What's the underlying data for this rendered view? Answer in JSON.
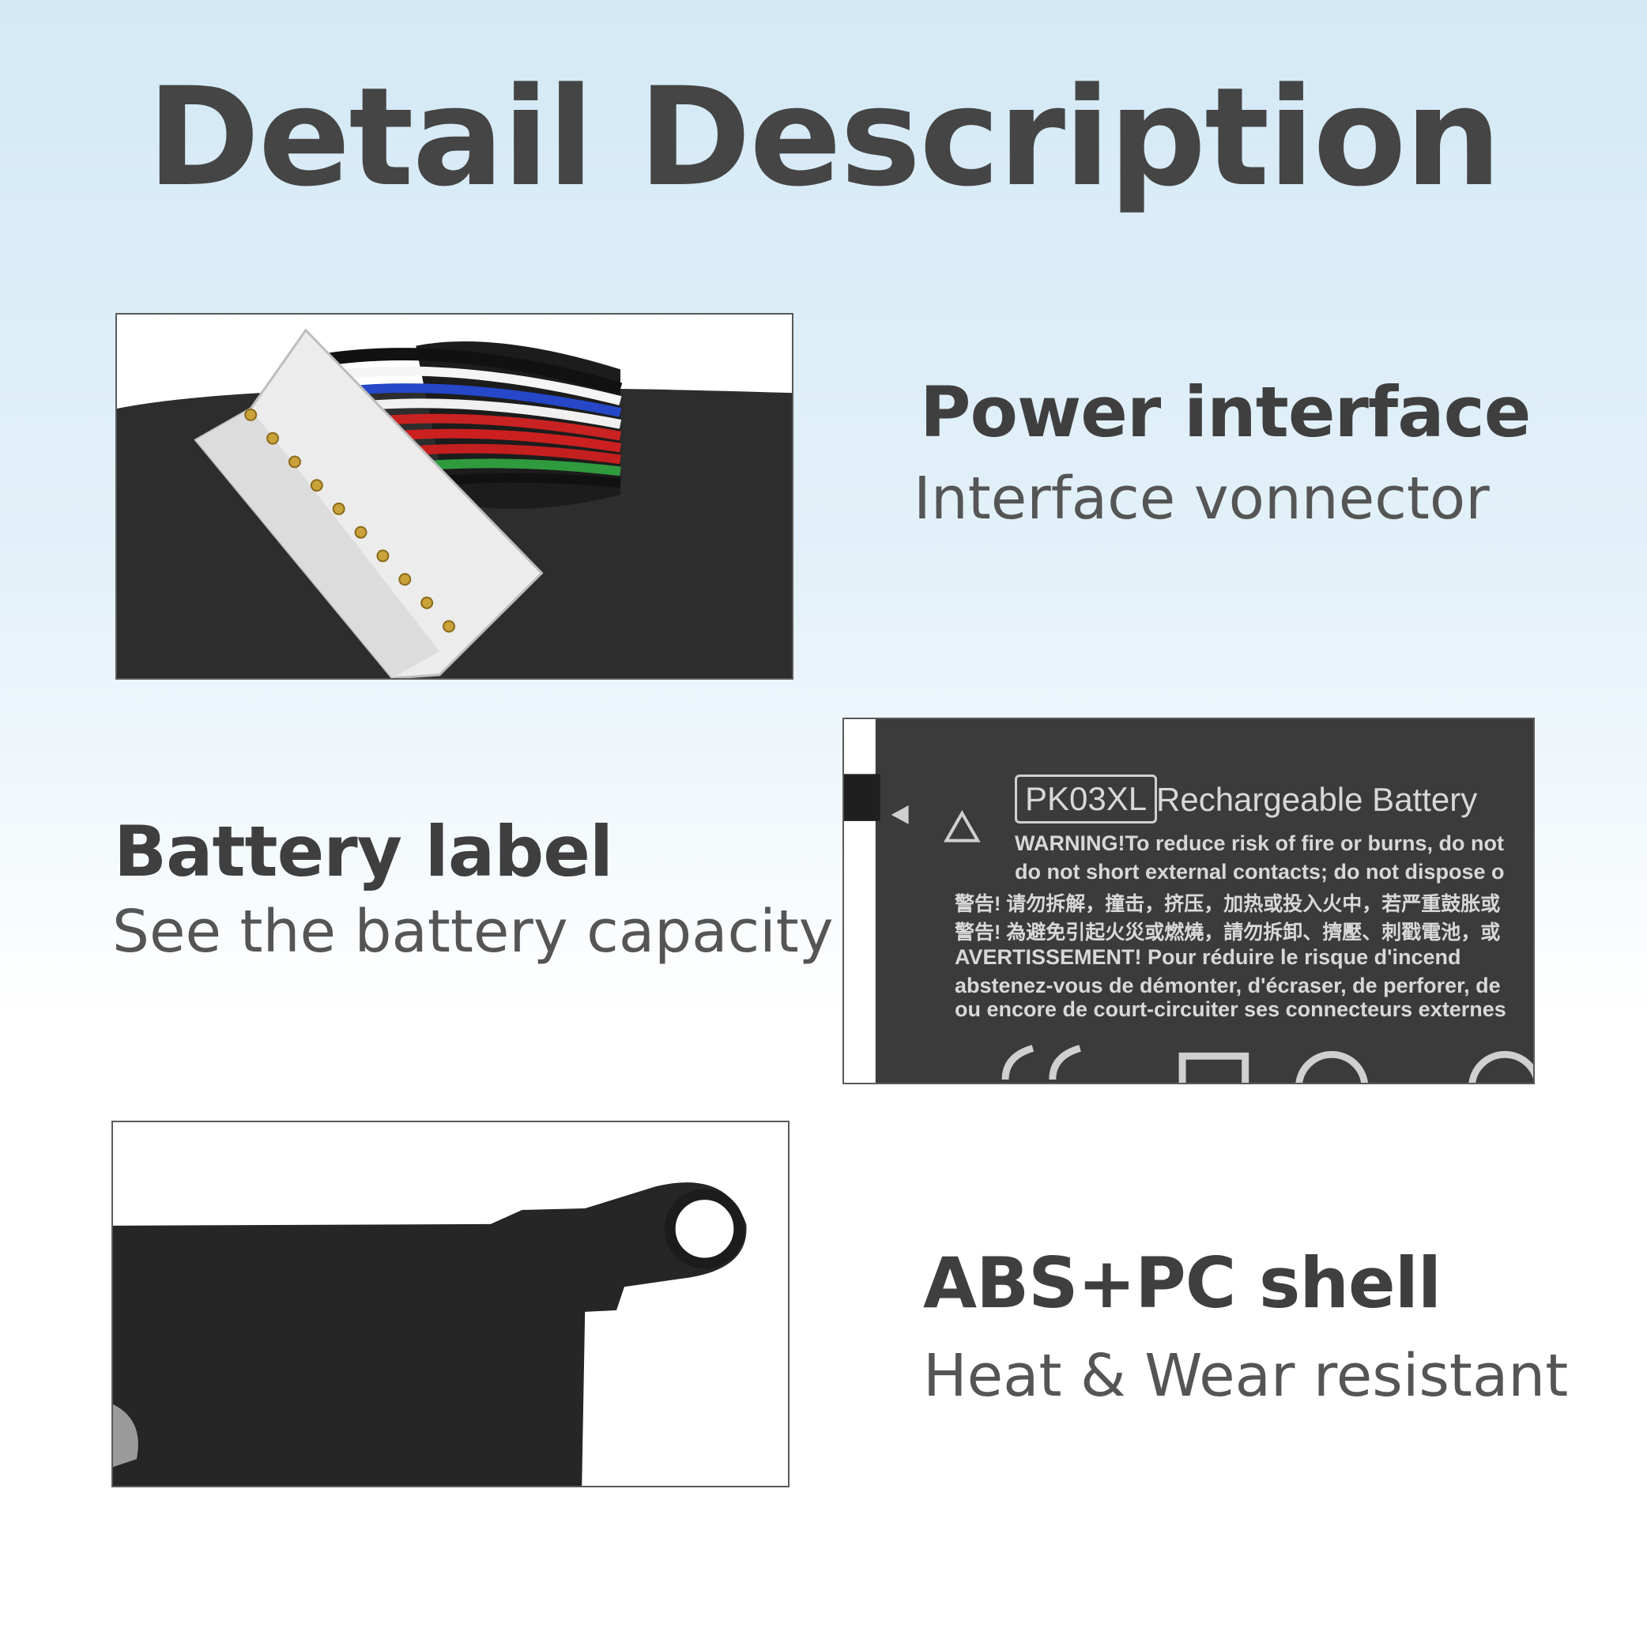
{
  "page": {
    "title": "Detail Description"
  },
  "features": [
    {
      "title": "Power interface",
      "subtitle": "Interface vonnector",
      "image_icon": "connector-photo"
    },
    {
      "title": "Battery label",
      "subtitle": "See the battery capacity",
      "image_icon": "battery-label-photo"
    },
    {
      "title": "ABS+PC shell",
      "subtitle": "Heat & Wear resistant",
      "image_icon": "shell-photo"
    }
  ],
  "battery_label": {
    "model": "PK03XL",
    "title": "Rechargeable Battery",
    "lines": [
      "WARNING!To reduce risk of fire or burns, do not",
      "do not short external contacts; do not dispose o",
      "警告! 请勿拆解，撞击，挤压，加热或投入火中，若严重鼓胀或",
      "警告! 為避免引起火災或燃燒，請勿拆卸、擠壓、刺戳電池，或",
      "AVERTISSEMENT! Pour réduire le risque d'incend",
      "abstenez-vous de démonter, d'écraser, de perforer, de",
      "ou encore de court-circuiter ses connecteurs externes"
    ]
  },
  "colors": {
    "title": "#454545",
    "text": "#3f3f3f",
    "subtitle": "#555555",
    "background_top": "#d3e9f6"
  }
}
